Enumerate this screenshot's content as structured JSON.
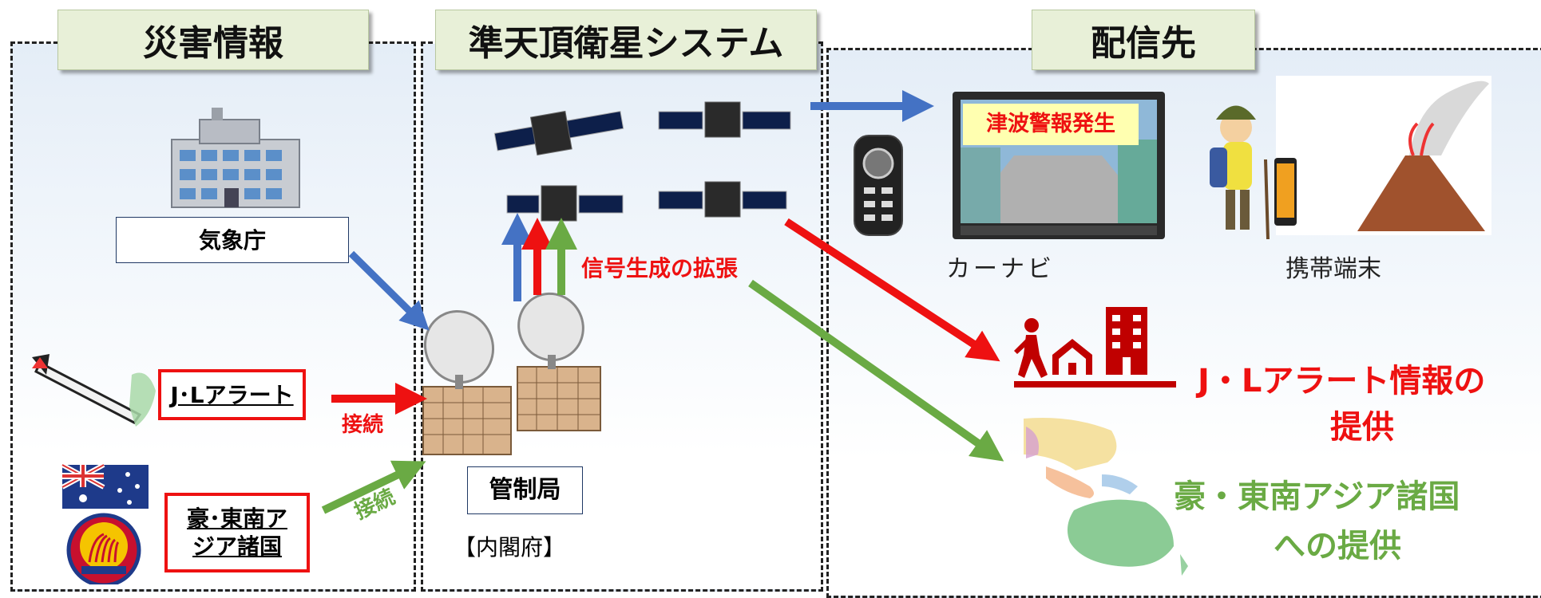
{
  "titles": {
    "disaster_info": "災害情報",
    "qzss": "準天頂衛星システム",
    "destinations": "配信先"
  },
  "sources": {
    "jma": "気象庁",
    "jalert": "J･Lアラート",
    "asean_line1": "豪･東南ア",
    "asean_line2": "ジア諸国"
  },
  "connections": {
    "connect_red": "接続",
    "connect_green": "接続",
    "signal_expansion": "信号生成の拡張"
  },
  "control_station": {
    "label": "管制局",
    "org": "【内閣府】"
  },
  "devices": {
    "tsunami_alert": "津波警報発生",
    "car_navi": "カーナビ",
    "mobile": "携帯端末"
  },
  "outputs": {
    "jalert_line1": "J・Lアラート情報の",
    "jalert_line2": "提供",
    "asean_line1": "豪・東南アジア諸国",
    "asean_line2": "への提供"
  },
  "colors": {
    "red": "#ee1111",
    "blue": "#4472c4",
    "green": "#6aaa44",
    "dark_red": "#c00000"
  }
}
